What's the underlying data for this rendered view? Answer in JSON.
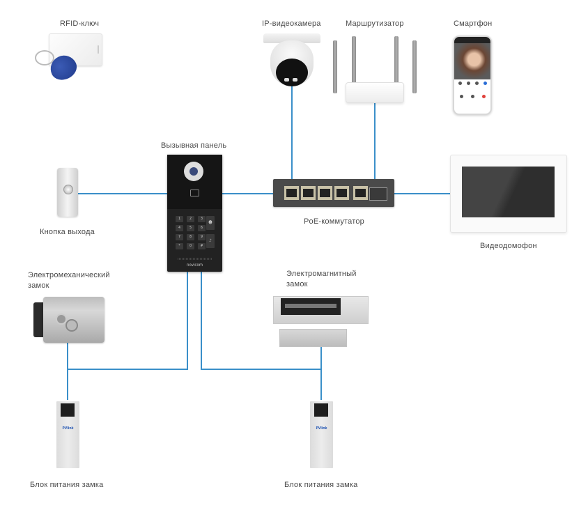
{
  "labels": {
    "rfid": "RFID-ключ",
    "ip_camera": "IP-видеокамера",
    "router": "Маршрутизатор",
    "smartphone": "Смартфон",
    "call_panel": "Вызывная панель",
    "exit_button": "Кнопка выхода",
    "poe_switch": "PoE-коммутатор",
    "video_intercom": "Видеодомофон",
    "em_lock_line1": "Электромеханический",
    "em_lock_line2": "замок",
    "mag_lock_line1": "Электромагнитный",
    "mag_lock_line2": "замок",
    "psu_left": "Блок питания замка",
    "psu_right": "Блок питания замка"
  },
  "branding": {
    "panel_brand": "novicom",
    "psu_brand": "PVlink"
  },
  "keypad": [
    "1",
    "2",
    "3",
    "4",
    "5",
    "6",
    "7",
    "8",
    "9",
    "*",
    "0",
    "#"
  ],
  "connections": [
    {
      "from": "exit_button",
      "to": "call_panel"
    },
    {
      "from": "call_panel",
      "to": "poe_switch"
    },
    {
      "from": "ip_camera",
      "to": "poe_switch"
    },
    {
      "from": "router",
      "to": "poe_switch"
    },
    {
      "from": "poe_switch",
      "to": "video_intercom"
    },
    {
      "from": "call_panel",
      "to": "psu_left"
    },
    {
      "from": "em_lock",
      "to": "psu_left"
    },
    {
      "from": "call_panel",
      "to": "psu_right"
    },
    {
      "from": "mag_lock",
      "to": "psu_right"
    }
  ],
  "colors": {
    "wire": "#3a8fc9"
  }
}
